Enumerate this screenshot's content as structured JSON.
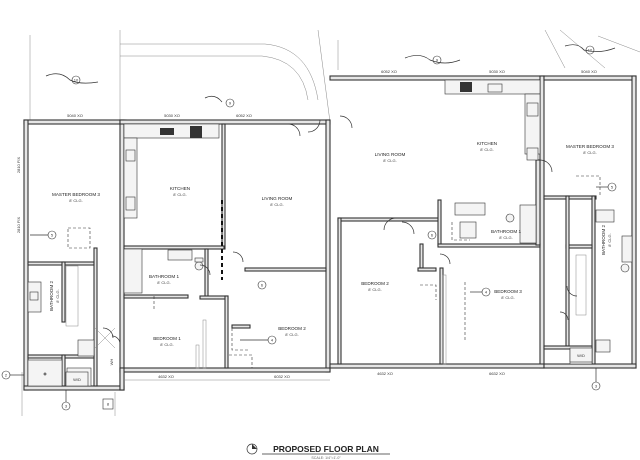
{
  "title": "PROPOSED FLOOR PLAN",
  "scale_note": "SCALE: 1/4\"=1'-0\"",
  "unit_left": {
    "rooms": {
      "master_bedroom": {
        "name": "MASTER BEDROOM 3",
        "ceiling": "8' CLG."
      },
      "kitchen": {
        "name": "KITCHEN",
        "ceiling": "8' CLG."
      },
      "living_room": {
        "name": "LIVING ROOM",
        "ceiling": "8' CLG."
      },
      "bathroom_1": {
        "name": "BATHROOM 1",
        "ceiling": "8' CLG."
      },
      "bathroom_2": {
        "name": "BATHROOM 2",
        "ceiling": "8' CLG."
      },
      "bedroom_1": {
        "name": "BEDROOM 1",
        "ceiling": "8' CLG."
      },
      "bedroom_2": {
        "name": "BEDROOM 2",
        "ceiling": "8' CLG."
      }
    },
    "windows": {
      "top_left": "5040 XO",
      "top_kitchen": "5030 XO",
      "top_living": "6052 XO",
      "left_wall_upper": "2810 FIX",
      "left_wall_lower": "2810 FIX",
      "bottom_bed1": "4632 XO",
      "bottom_bed2": "6032 XO"
    },
    "tags": {
      "t1": "2",
      "t2": "3",
      "t3": "4",
      "t4": "5",
      "t5": "6",
      "t6": "8",
      "t7": "9",
      "t8": "10"
    },
    "misc": {
      "washer_dryer": "W/D",
      "wh": "WH"
    }
  },
  "unit_right": {
    "rooms": {
      "living_room": {
        "name": "LIVING ROOM",
        "ceiling": "8' CLG."
      },
      "kitchen": {
        "name": "KITCHEN",
        "ceiling": "8' CLG."
      },
      "master_bedroom": {
        "name": "MASTER BEDROOM 3",
        "ceiling": "8' CLG."
      },
      "bathroom_1": {
        "name": "BATHROOM 1",
        "ceiling": "8' CLG."
      },
      "bathroom_2": {
        "name": "BATHROOM 2",
        "ceiling": "8' CLG."
      },
      "bedroom_2": {
        "name": "BEDROOM 2",
        "ceiling": "8' CLG."
      },
      "bedroom_3": {
        "name": "BEDROOM 3",
        "ceiling": "8' CLG."
      }
    },
    "windows": {
      "top_living": "6052 XO",
      "top_kitchen": "5030 XO",
      "top_master": "5040 XO",
      "bottom_bed2": "4632 XO",
      "bottom_bed3": "6632 XO"
    },
    "tags": {
      "t1": "3",
      "t2": "4",
      "t3": "5",
      "t4": "6",
      "t5": "9",
      "t6": "10"
    },
    "misc": {
      "washer_dryer": "W/D"
    }
  }
}
